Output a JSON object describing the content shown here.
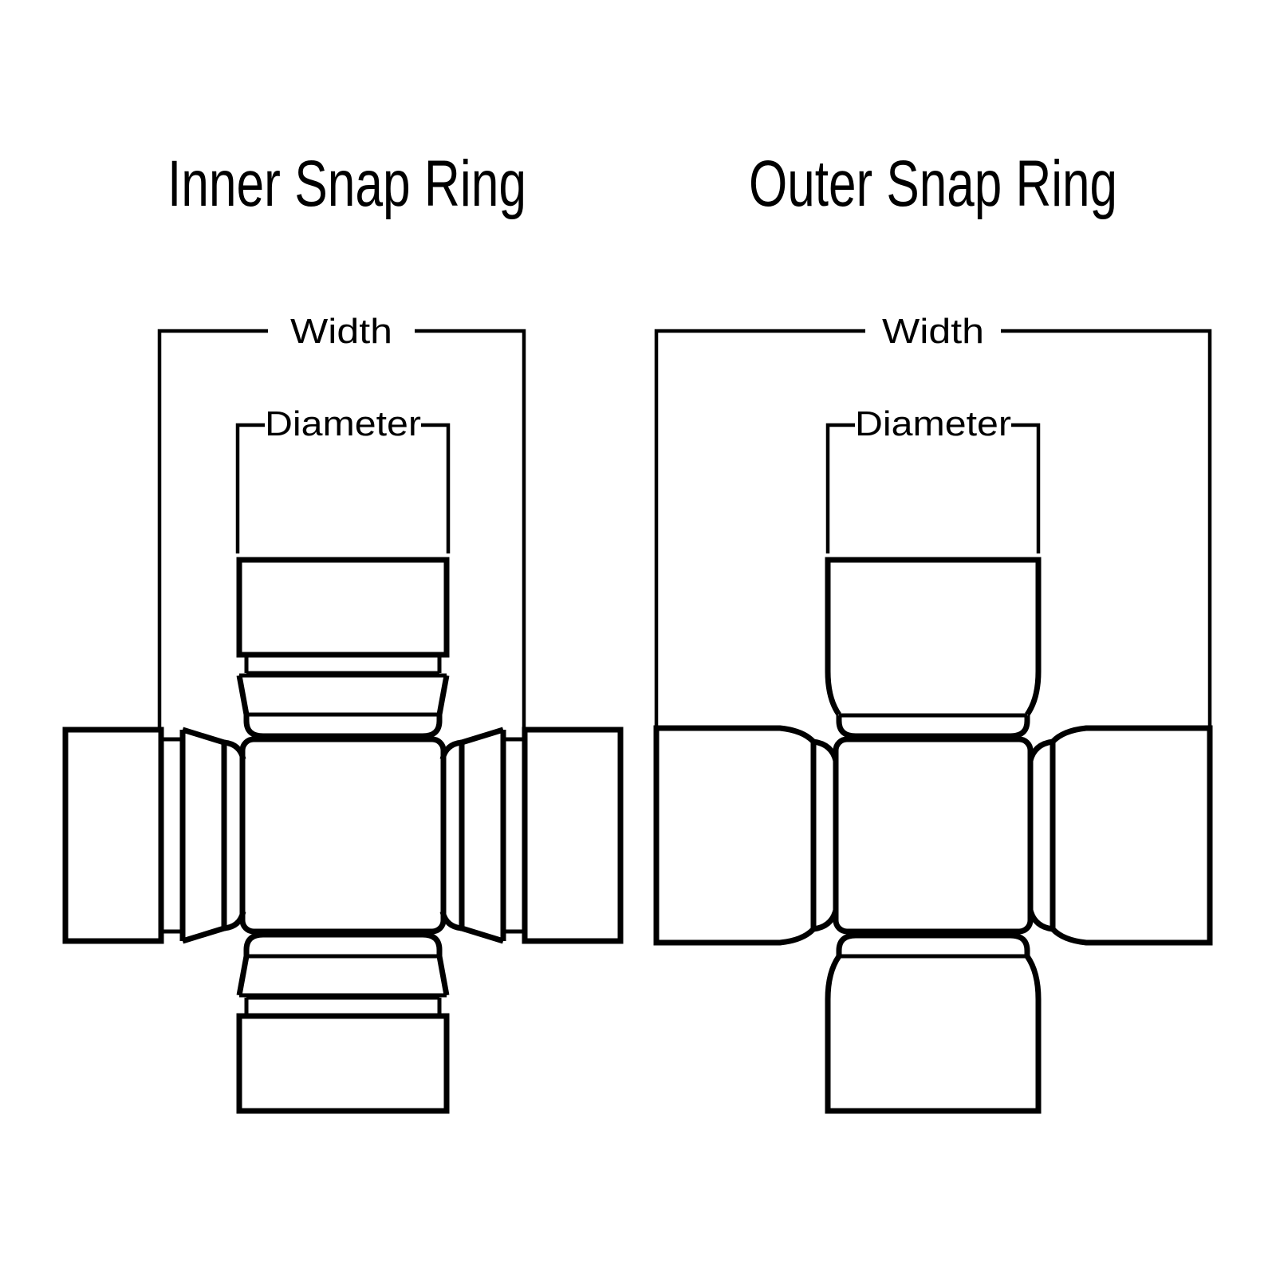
{
  "page": {
    "background_color": "#ffffff",
    "line_color": "#000000"
  },
  "diagrams": [
    {
      "id": "inner-snap-ring",
      "title": "Inner Snap Ring",
      "width_label": "Width",
      "diameter_label": "Diameter"
    },
    {
      "id": "outer-snap-ring",
      "title": "Outer Snap Ring",
      "width_label": "Width",
      "diameter_label": "Diameter"
    }
  ]
}
